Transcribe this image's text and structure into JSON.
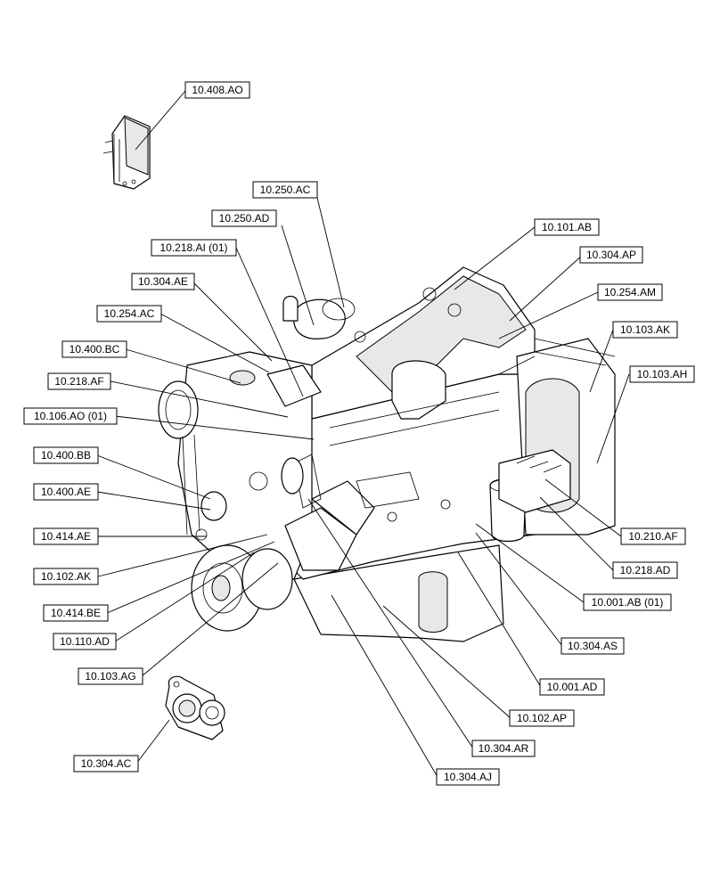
{
  "callouts": [
    {
      "id": "c-10-408-ao",
      "label": "10.408.AO"
    },
    {
      "id": "c-10-250-ac",
      "label": "10.250.AC"
    },
    {
      "id": "c-10-250-ad",
      "label": "10.250.AD"
    },
    {
      "id": "c-10-101-ab",
      "label": "10.101.AB"
    },
    {
      "id": "c-10-218-ai-01",
      "label": "10.218.AI (01)"
    },
    {
      "id": "c-10-304-ap",
      "label": "10.304.AP"
    },
    {
      "id": "c-10-304-ae",
      "label": "10.304.AE"
    },
    {
      "id": "c-10-254-am",
      "label": "10.254.AM"
    },
    {
      "id": "c-10-254-ac",
      "label": "10.254.AC"
    },
    {
      "id": "c-10-103-ak",
      "label": "10.103.AK"
    },
    {
      "id": "c-10-400-bc",
      "label": "10.400.BC"
    },
    {
      "id": "c-10-103-ah",
      "label": "10.103.AH"
    },
    {
      "id": "c-10-218-af",
      "label": "10.218.AF"
    },
    {
      "id": "c-10-106-ao-01",
      "label": "10.106.AO (01)"
    },
    {
      "id": "c-10-400-bb",
      "label": "10.400.BB"
    },
    {
      "id": "c-10-400-ae",
      "label": "10.400.AE"
    },
    {
      "id": "c-10-414-ae",
      "label": "10.414.AE"
    },
    {
      "id": "c-10-210-af",
      "label": "10.210.AF"
    },
    {
      "id": "c-10-102-ak",
      "label": "10.102.AK"
    },
    {
      "id": "c-10-218-ad",
      "label": "10.218.AD"
    },
    {
      "id": "c-10-414-be",
      "label": "10.414.BE"
    },
    {
      "id": "c-10-001-ab-01",
      "label": "10.001.AB (01)"
    },
    {
      "id": "c-10-110-ad",
      "label": "10.110.AD"
    },
    {
      "id": "c-10-304-as",
      "label": "10.304.AS"
    },
    {
      "id": "c-10-103-ag",
      "label": "10.103.AG"
    },
    {
      "id": "c-10-001-ad",
      "label": "10.001.AD"
    },
    {
      "id": "c-10-102-ap",
      "label": "10.102.AP"
    },
    {
      "id": "c-10-304-ar",
      "label": "10.304.AR"
    },
    {
      "id": "c-10-304-ac",
      "label": "10.304.AC"
    },
    {
      "id": "c-10-304-aj",
      "label": "10.304.AJ"
    }
  ]
}
